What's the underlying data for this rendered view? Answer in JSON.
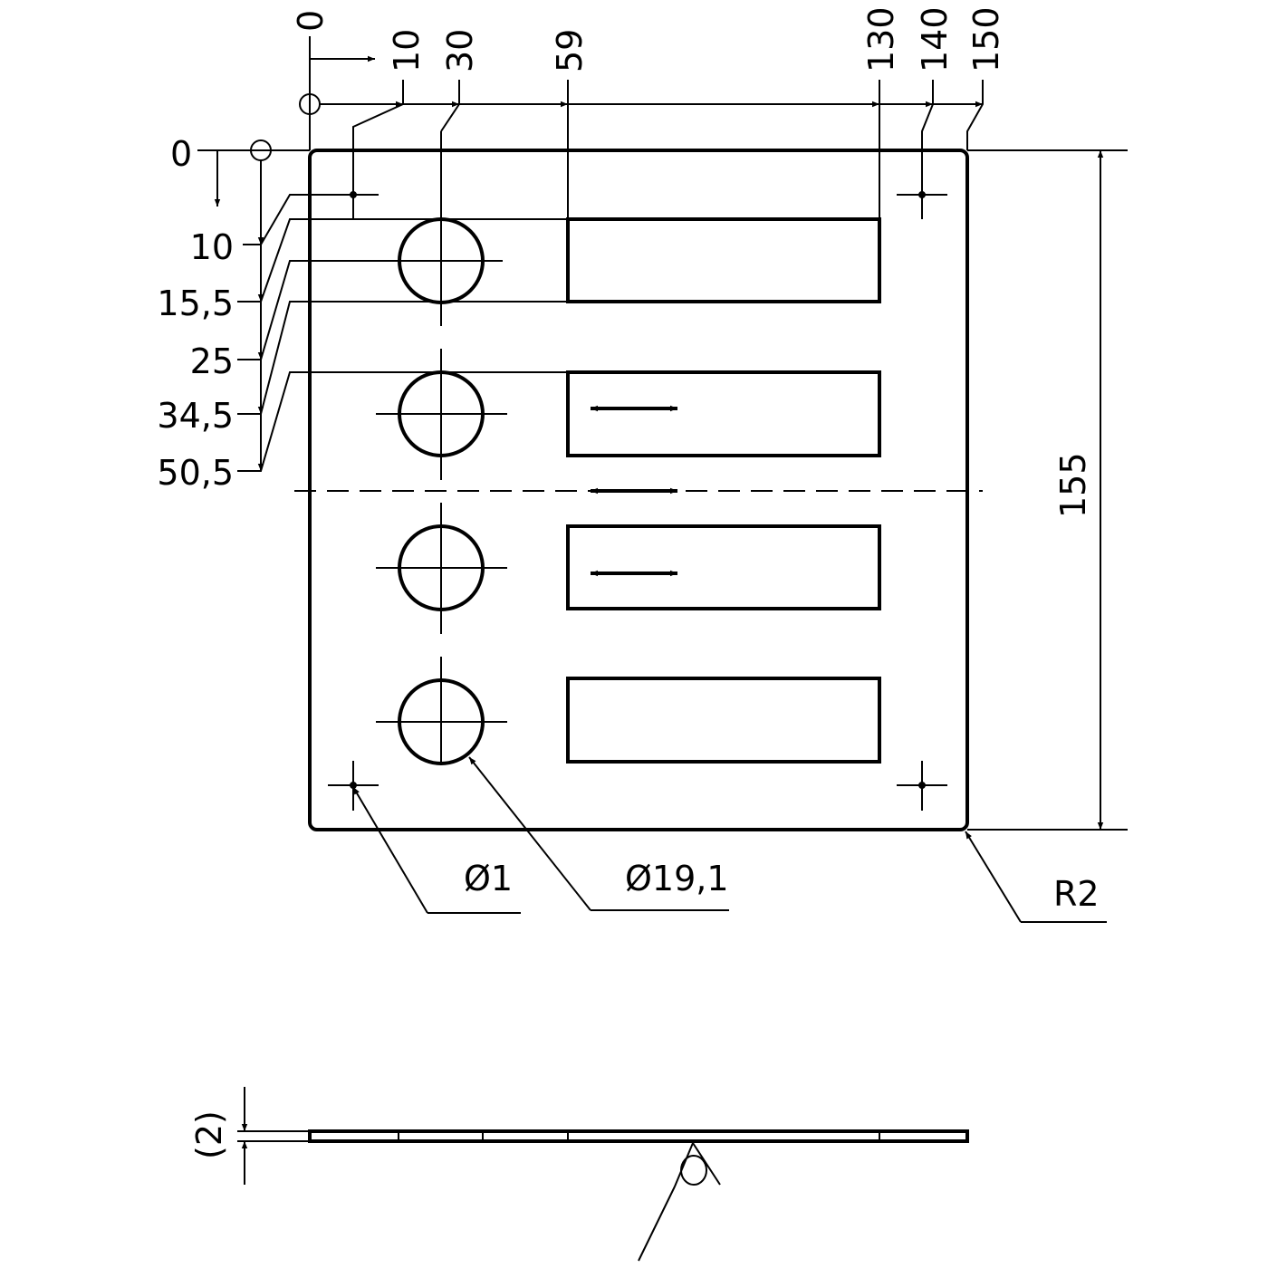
{
  "top_ordinates": {
    "origin": "0",
    "labels": [
      "10",
      "30",
      "59",
      "130",
      "140",
      "150"
    ]
  },
  "left_ordinates": {
    "origin": "0",
    "labels": [
      "10",
      "15,5",
      "25",
      "34,5",
      "50,5"
    ]
  },
  "overall_height": "155",
  "callouts": {
    "small_hole": "Ø1",
    "large_hole": "Ø19,1",
    "corner_radius": "R2"
  },
  "thickness": "(2)",
  "colors": {
    "line": "#000000",
    "background": "#ffffff"
  }
}
